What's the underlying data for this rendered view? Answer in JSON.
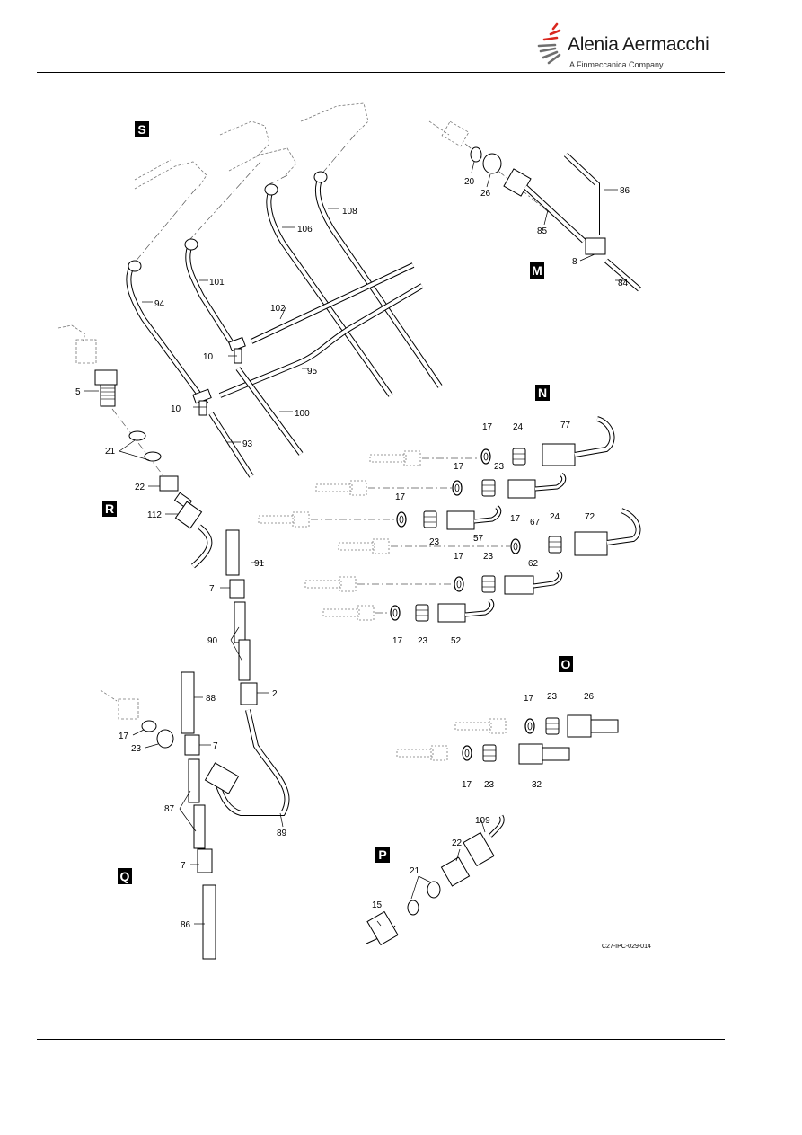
{
  "header": {
    "brand_name": "Alenia Aermacchi",
    "brand_sub": "A Finmeccanica Company",
    "logo_icon": "alenia-swoosh-logo"
  },
  "diagram": {
    "figure_ref": "C27-IPC-029-014",
    "views": [
      {
        "key": "S",
        "label": "S"
      },
      {
        "key": "M",
        "label": "M"
      },
      {
        "key": "N",
        "label": "N"
      },
      {
        "key": "R",
        "label": "R"
      },
      {
        "key": "O",
        "label": "O"
      },
      {
        "key": "P",
        "label": "P"
      },
      {
        "key": "Q",
        "label": "Q"
      }
    ],
    "callouts": [
      "108",
      "106",
      "101",
      "94",
      "102",
      "10",
      "95",
      "10",
      "100",
      "93",
      "5",
      "21",
      "22",
      "112",
      "20",
      "26",
      "86",
      "85",
      "8",
      "84",
      "17",
      "24",
      "77",
      "17",
      "23",
      "67",
      "17",
      "23",
      "57",
      "17",
      "24",
      "72",
      "17",
      "23",
      "62",
      "17",
      "23",
      "52",
      "91",
      "7",
      "90",
      "2",
      "88",
      "7",
      "87",
      "7",
      "86",
      "89",
      "17",
      "23",
      "17",
      "23",
      "26",
      "17",
      "23",
      "32",
      "109",
      "22",
      "21",
      "15"
    ]
  }
}
